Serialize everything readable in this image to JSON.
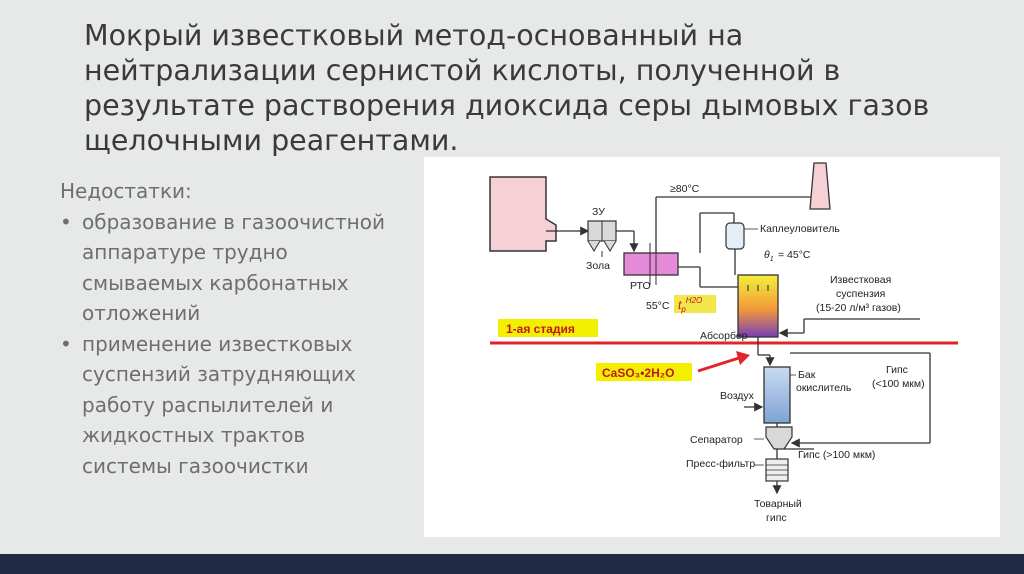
{
  "title": "Мокрый известковый метод-основанный на нейтрализации сернистой кислоты, полученной в результате растворения диоксида серы дымовых газов щелочными реагентами.",
  "drawbacks": {
    "heading": "Недостатки:",
    "items": [
      "образование в газоочистной аппаратуре трудно смываемых карбонатных отложений",
      "применение известковых суспензий затрудняющих работу распылителей и жидкостных трактов системы газоочистки"
    ]
  },
  "diagram": {
    "labels": {
      "zu": "ЗУ",
      "zola": "Зола",
      "rto": "РТО",
      "temp_80": "≥80°C",
      "kapleulovitel": "Каплеуловитель",
      "t_45": "= 45°C",
      "theta": "θ",
      "theta_sub": "1",
      "temp_55": "55°C",
      "tp_t": "t",
      "tp_sub": "p",
      "tp_sup": "H2O",
      "izv_line1": "Известковая",
      "izv_line2": "суспензия",
      "izv_line3": "(15-20 л/м³ газов)",
      "absorber": "Абсорбер",
      "stage": "1-ая стадия",
      "caso3": "CaSO₃•2H₂O",
      "bak_line1": "Бак",
      "bak_line2": "окислитель",
      "gips_small_line1": "Гипс",
      "gips_small_line2": "(<100 мкм)",
      "vozduh": "Воздух",
      "separator": "Сепаратор",
      "gips_big": "Гипс (>100 мкм)",
      "press_filtr": "Пресс-фильтр",
      "tovar_line1": "Товарный",
      "tovar_line2": "гипс"
    },
    "colors": {
      "red_line": "#e0242a",
      "stage_fill": "#f2f000",
      "rto_fill": "#e58ad9",
      "tp_fill": "#f0e84a",
      "absorber_top": "#f4ef3a",
      "absorber_bottom": "#7a3fb5",
      "tank_fill": "#9fbce3"
    }
  }
}
